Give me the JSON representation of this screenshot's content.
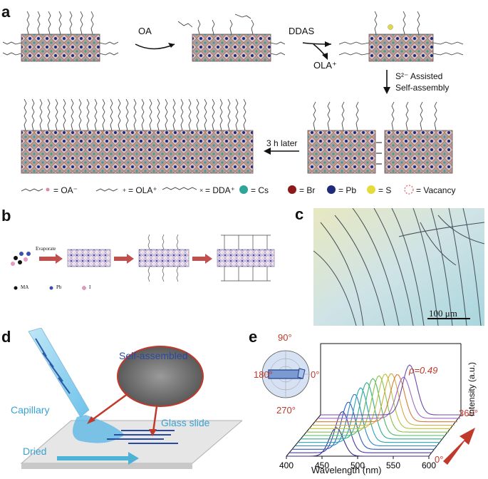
{
  "panels": {
    "a": {
      "letter": "a",
      "step1": "OA",
      "step2": "DDAS",
      "step2_product": "OLA⁺",
      "step3_line1": "S²⁻ Assisted",
      "step3_line2": "Self-assembly",
      "step4": "3 h later",
      "legend": [
        {
          "label": "= OA⁻",
          "icon": "oa-ligand-icon"
        },
        {
          "label": "= OLA⁺",
          "icon": "ola-ligand-icon"
        },
        {
          "label": "= DDA⁺",
          "icon": "dda-ligand-icon"
        },
        {
          "label": "= Cs",
          "icon": "cs-atom-icon",
          "color": "#2fa597"
        },
        {
          "label": "= Br",
          "icon": "br-atom-icon",
          "color": "#8b1b1b"
        },
        {
          "label": "= Pb",
          "icon": "pb-atom-icon",
          "color": "#1f2a7a"
        },
        {
          "label": "= S",
          "icon": "s-atom-icon",
          "color": "#e4dc3a"
        },
        {
          "label": "= Vacancy",
          "icon": "vacancy-icon",
          "color": "#d04040"
        }
      ]
    },
    "b": {
      "letter": "b",
      "step1": "Evaporate",
      "legend": [
        {
          "label": "MA",
          "color": "#111111"
        },
        {
          "label": "Pb",
          "color": "#3a4fb0"
        },
        {
          "label": "I",
          "color": "#e49ac2"
        }
      ]
    },
    "c": {
      "letter": "c",
      "scale_bar": "100 μm"
    },
    "d": {
      "letter": "d",
      "capillary": "Capillary",
      "self_assembled": "Self-assembled",
      "glass_slide": "Glass slide",
      "dried": "Dried"
    },
    "e": {
      "letter": "e",
      "rho": "ρ=0.49",
      "polar_labels": [
        "90°",
        "180°",
        "0°",
        "270°"
      ],
      "angle_top": "360°",
      "angle_bottom": "0°",
      "ylabel": "Intensity (a.u.)",
      "xlabel": "Wavelength (nm)",
      "xticks": [
        "400",
        "450",
        "500",
        "550",
        "600"
      ]
    }
  },
  "colors": {
    "cs": "#2fa597",
    "br": "#8b1b1b",
    "pb": "#1f2a7a",
    "s": "#e4dc3a",
    "accent_red": "#c0392b",
    "lattice": "#c9a7a3"
  },
  "chart_data": {
    "type": "line",
    "xlabel": "Wavelength (nm)",
    "ylabel": "Intensity (a.u.)",
    "xlim": [
      400,
      600
    ],
    "x_ticks": [
      400,
      450,
      500,
      550,
      600
    ],
    "angle_range_deg": [
      0,
      360
    ],
    "series_count": 13,
    "annotation": "ρ=0.49"
  }
}
